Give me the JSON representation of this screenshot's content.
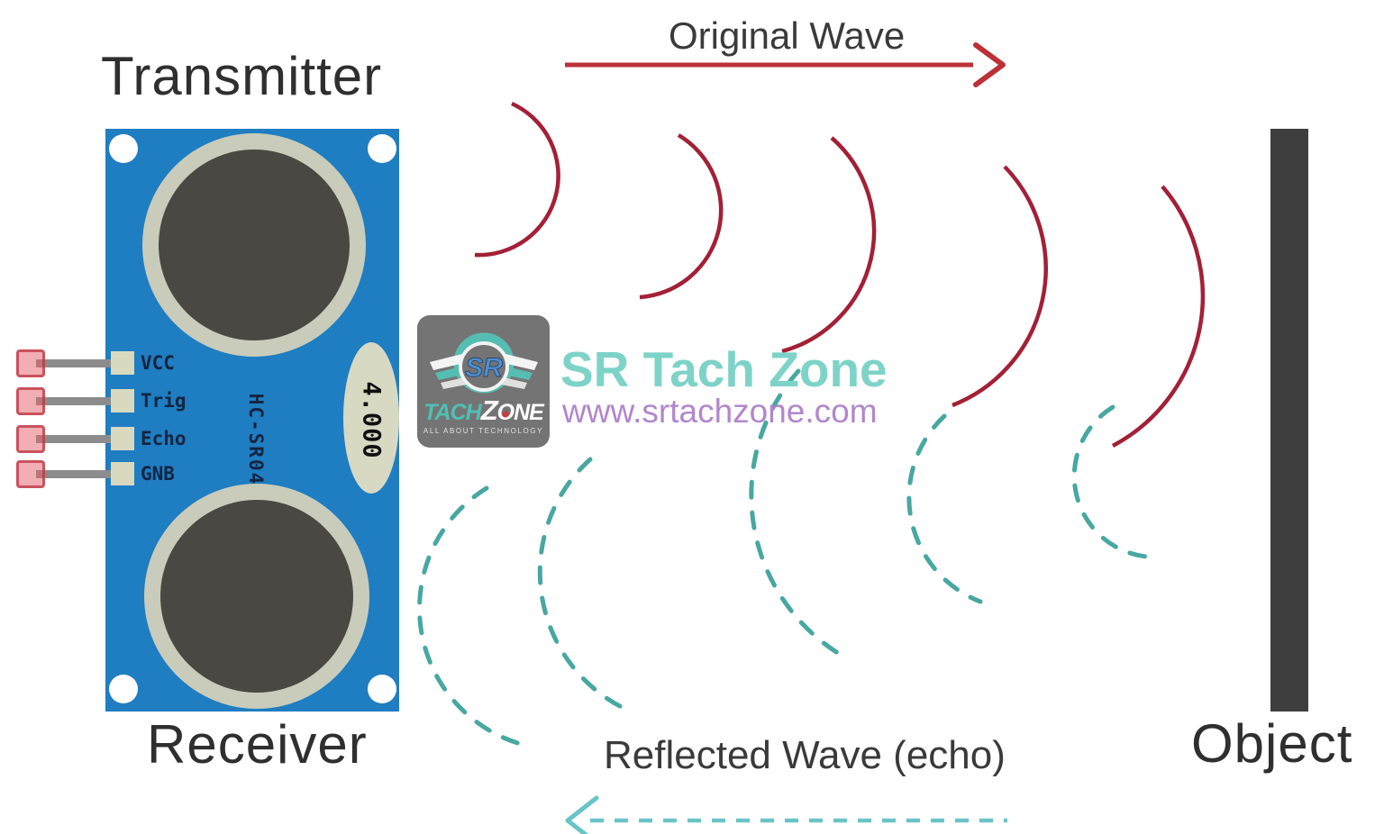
{
  "labels": {
    "transmitter": "Transmitter",
    "receiver": "Receiver",
    "object": "Object",
    "original_wave": "Original Wave",
    "reflected_wave": "Reflected Wave (echo)"
  },
  "sensor_board": {
    "model": "HC-SR04",
    "crystal_value": "4.000",
    "pins": [
      "VCC",
      "Trig",
      "Echo",
      "GNB"
    ]
  },
  "watermark": {
    "badge_initials": "SR",
    "badge_name_part1": "TACH",
    "badge_name_z": "Z",
    "badge_name_o": "O",
    "badge_name_ne": "NE",
    "badge_tagline": "ALL ABOUT TECHNOLOGY",
    "brand_name": "SR Tach Zone",
    "website": "www.srtachzone.com"
  },
  "waves": {
    "original": {
      "count": 5,
      "style": "solid",
      "direction": "right"
    },
    "reflected": {
      "count": 5,
      "style": "dashed",
      "direction": "left"
    }
  },
  "colors": {
    "board_blue": "#1f7dc2",
    "wave_red": "#a32036",
    "arrow_red": "#bb3137",
    "wave_teal": "#47a8a1",
    "arrow_teal": "#6ac3c7",
    "brand_teal": "#7ed3c8",
    "website_purple": "#b286cc",
    "object_gray": "#3e3e3e"
  }
}
